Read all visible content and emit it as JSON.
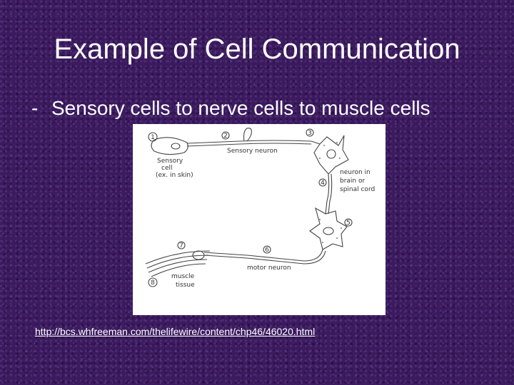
{
  "slide": {
    "title": "Example of Cell Communication",
    "bullet_marker": "-",
    "bullet_text": "Sensory cells to nerve cells to muscle cells",
    "source_link": "http://bcs.whfreeman.com/thelifewire/content/chp46/46020.html"
  },
  "diagram": {
    "step_numbers": [
      "1",
      "2",
      "3",
      "4",
      "5",
      "6",
      "7",
      "8"
    ],
    "labels": {
      "sensory_neuron": "Sensory neuron",
      "sensory_cell_line1": "Sensory",
      "sensory_cell_line2": "cell",
      "sensory_cell_line3": "(ex. in skin)",
      "brain_neuron_line1": "neuron in",
      "brain_neuron_line2": "brain or",
      "brain_neuron_line3": "spinal cord",
      "motor_neuron": "motor neuron",
      "muscle_line1": "muscle",
      "muscle_line2": "tissue"
    }
  }
}
